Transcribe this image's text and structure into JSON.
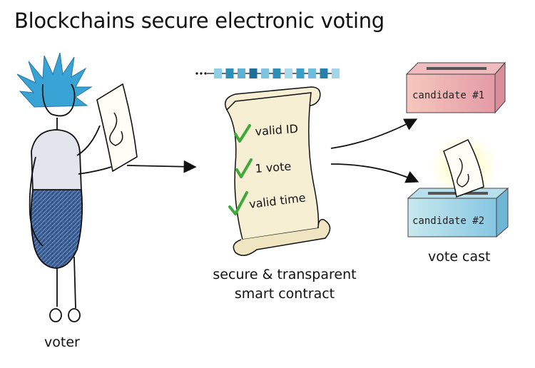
{
  "title": "Blockchains secure electronic voting",
  "voter_label": "voter",
  "contract": {
    "caption_line1": "secure & transparent",
    "caption_line2": "smart contract",
    "checks": [
      "valid ID",
      "1 vote",
      "valid time"
    ]
  },
  "ballot_boxes": [
    {
      "label": "candidate #1",
      "color": "#eba3a5"
    },
    {
      "label": "candidate #2",
      "color": "#9ed3e6"
    }
  ],
  "vote_cast_label": "vote cast",
  "colors": {
    "hair": "#3aa3d6",
    "jeans": "#3a5e94",
    "shirt": "#e2e5ec",
    "scroll": "#f6efd4",
    "check": "#3faa3a",
    "chain": "#2b8fb8"
  }
}
